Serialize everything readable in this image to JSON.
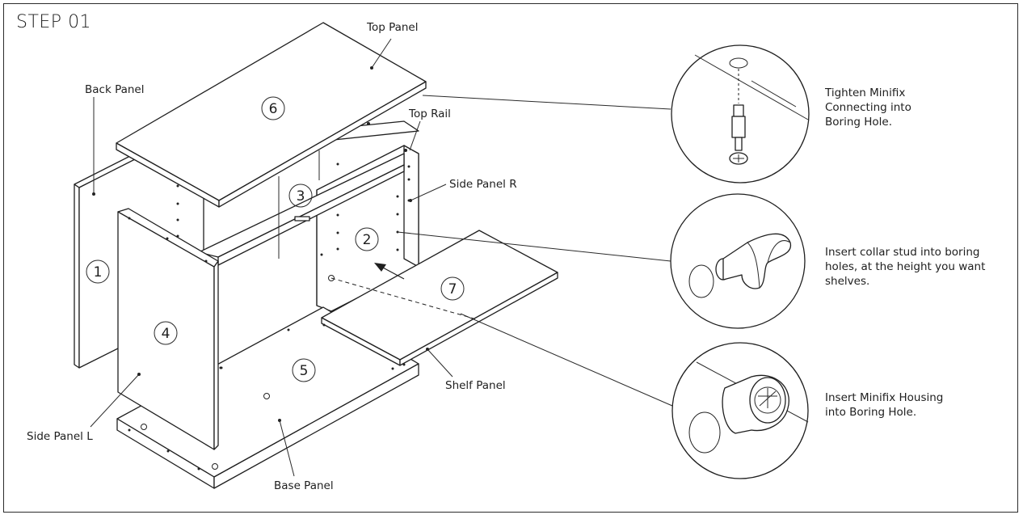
{
  "step_title": "STEP 01",
  "labels": {
    "top_panel": "Top Panel",
    "back_panel": "Back Panel",
    "top_rail": "Top Rail",
    "side_panel_r": "Side Panel R",
    "shelf_panel": "Shelf Panel",
    "side_panel_l": "Side Panel L",
    "base_panel": "Base Panel"
  },
  "part_numbers": {
    "back": "1",
    "side_r": "2",
    "top_rail": "3",
    "side_l": "4",
    "base": "5",
    "top": "6",
    "shelf": "7"
  },
  "callouts": {
    "minifix_bolt": [
      "Tighten Minifix",
      "Connecting into",
      "Boring  Hole."
    ],
    "collar_stud": [
      "Insert collar stud into boring",
      "holes, at the height you want",
      "shelves."
    ],
    "minifix_housing": [
      "Insert Minifix Housing",
      "into Boring Hole."
    ]
  },
  "colors": {
    "ink": "#1f1f1f",
    "paper": "#ffffff"
  }
}
